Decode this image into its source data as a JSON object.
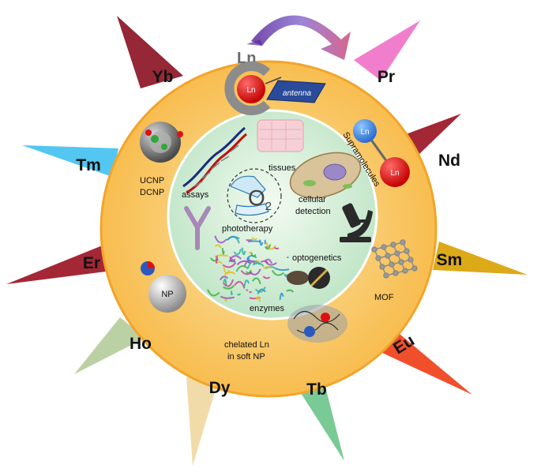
{
  "center_label": "Ln",
  "antenna_label": "antenna",
  "ln_badge": "Ln",
  "elements": [
    {
      "symbol": "Yb",
      "color": "#8b1020"
    },
    {
      "symbol": "Pr",
      "color": "#f070c8"
    },
    {
      "symbol": "Nd",
      "color": "#9a1020"
    },
    {
      "symbol": "Sm",
      "color": "#d8a000"
    },
    {
      "symbol": "Eu",
      "color": "#f03c14"
    },
    {
      "symbol": "Tb",
      "color": "#6cc48a"
    },
    {
      "symbol": "Dy",
      "color": "#f0d8a0"
    },
    {
      "symbol": "Ho",
      "color": "#b4cc9a"
    },
    {
      "symbol": "Er",
      "color": "#9a1020"
    },
    {
      "symbol": "Tm",
      "color": "#40c0f0"
    }
  ],
  "ring_labels": {
    "ucnp": "UCNP",
    "dcnp": "DCNP",
    "supramolecules": "Supramolecules",
    "supra_ln_top": "Ln",
    "supra_ln_bottom": "Ln",
    "mof": "MOF",
    "np": "NP",
    "chelated_line1": "chelated Ln",
    "chelated_line2": "in soft NP"
  },
  "inner_labels": {
    "tissues": "tissues",
    "assays": "assays",
    "o2": "O",
    "o2_sub": "2",
    "phototherapy": "phototherapy",
    "cellular": "cellular",
    "detection": "detection",
    "optogenetics": "optogenetics",
    "enzymes": "enzymes"
  }
}
